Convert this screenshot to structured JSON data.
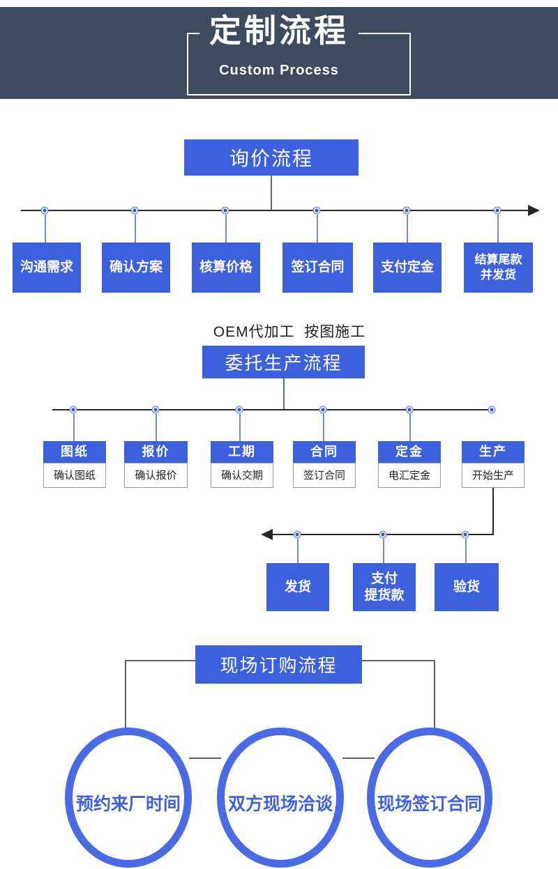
{
  "header": {
    "title": "定制流程",
    "subtitle": "Custom Process"
  },
  "inquiry": {
    "title": "询价流程",
    "steps": [
      {
        "label": "沟通需求"
      },
      {
        "label": "确认方案"
      },
      {
        "label": "核算价格"
      },
      {
        "label": "签订合同"
      },
      {
        "label": "支付定金"
      },
      {
        "label": "结算尾款\n并发货"
      }
    ]
  },
  "oem": {
    "note": "OEM代加工  按图施工",
    "title": "委托生产流程",
    "columns": [
      {
        "label": "图纸",
        "sub": "确认图纸"
      },
      {
        "label": "报价",
        "sub": "确认报价"
      },
      {
        "label": "工期",
        "sub": "确认交期"
      },
      {
        "label": "合同",
        "sub": "签订合同"
      },
      {
        "label": "定金",
        "sub": "电汇定金"
      },
      {
        "label": "生产",
        "sub": "开始生产"
      }
    ],
    "followup": [
      {
        "label": "发货"
      },
      {
        "label": "支付\n提货款"
      },
      {
        "label": "验货"
      }
    ]
  },
  "onsite": {
    "title": "现场订购流程",
    "steps": [
      {
        "label": "预约来厂时间"
      },
      {
        "label": "双方现场洽谈"
      },
      {
        "label": "现场签订合同"
      }
    ]
  },
  "colors": {
    "banner_bg": "#3e4a5e",
    "box_blue": "#3d60dd",
    "circle_blue": "#4a6ae6",
    "line_dark": "#262626",
    "drop_blue": "#7b8cc4"
  }
}
